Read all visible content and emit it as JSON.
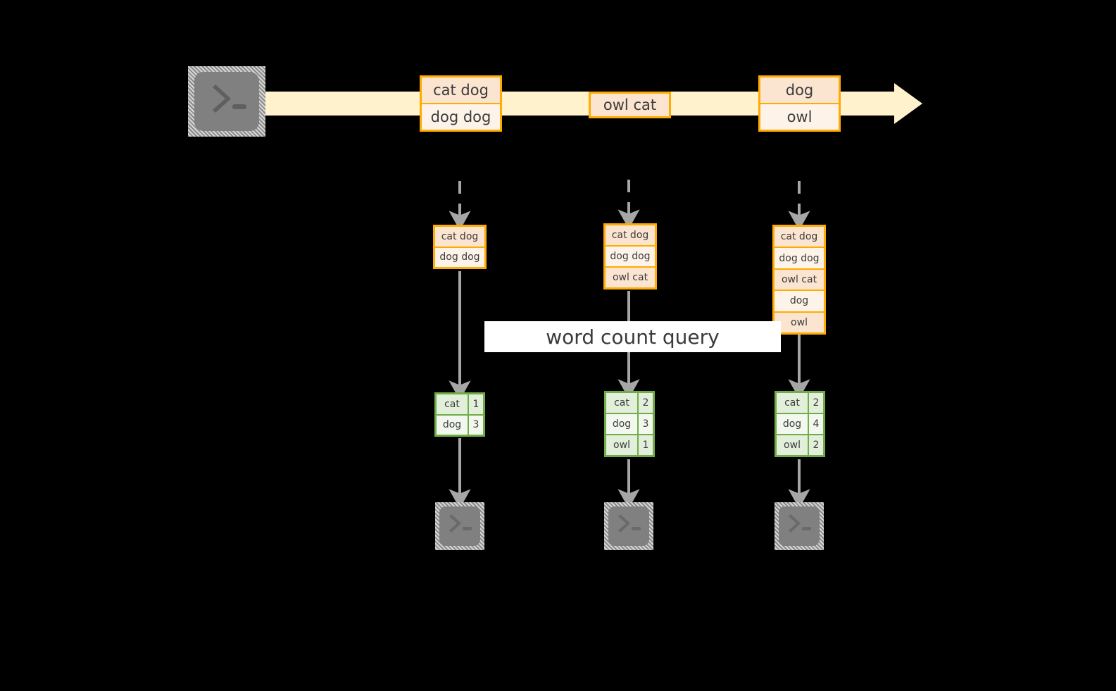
{
  "diagram": {
    "title_label": "word count query",
    "colors": {
      "background": "#000000",
      "stream_fill": "#FFF2CC",
      "record_border": "#FFAB00",
      "record_fill_peach": "#FBE4D0",
      "record_fill_cream": "#FDF3E8",
      "result_border": "#70AD47",
      "result_fill_a": "#E2EFDA",
      "result_fill_b": "#F3F8EF",
      "arrow_gray": "#A6A6A6",
      "terminal_gray": "#808080",
      "label_band": "#FFFFFF",
      "text": "#3C3C3C"
    },
    "source": {
      "icon": "terminal-prompt-icon",
      "prompt": ">_"
    },
    "stream": {
      "icon": "right-arrow-stream",
      "records": [
        {
          "id": "record-1",
          "lines": [
            {
              "text": "cat dog",
              "tint": "peach"
            },
            {
              "text": "dog dog",
              "tint": "cream"
            }
          ]
        },
        {
          "id": "record-2",
          "lines": [
            {
              "text": "owl cat",
              "tint": "peach"
            }
          ]
        },
        {
          "id": "record-3",
          "lines": [
            {
              "text": "dog",
              "tint": "peach"
            },
            {
              "text": "owl",
              "tint": "cream"
            }
          ]
        }
      ]
    },
    "snapshots": [
      {
        "id": "snapshot-1",
        "inbound_arrow": "dashed-down-arrow",
        "input_rows": [
          {
            "text": "cat dog",
            "tint": "peach"
          },
          {
            "text": "dog dog",
            "tint": "cream"
          }
        ],
        "result_rows": [
          {
            "word": "cat",
            "count": "1",
            "tint": "tintA"
          },
          {
            "word": "dog",
            "count": "3",
            "tint": "tintB"
          }
        ],
        "sink": {
          "icon": "terminal-prompt-icon",
          "prompt": ">_"
        }
      },
      {
        "id": "snapshot-2",
        "inbound_arrow": "dashed-down-arrow",
        "input_rows": [
          {
            "text": "cat dog",
            "tint": "peach"
          },
          {
            "text": "dog dog",
            "tint": "cream"
          },
          {
            "text": "owl cat",
            "tint": "peach"
          }
        ],
        "result_rows": [
          {
            "word": "cat",
            "count": "2",
            "tint": "tintA"
          },
          {
            "word": "dog",
            "count": "3",
            "tint": "tintB"
          },
          {
            "word": "owl",
            "count": "1",
            "tint": "tintA"
          }
        ],
        "sink": {
          "icon": "terminal-prompt-icon",
          "prompt": ">_"
        }
      },
      {
        "id": "snapshot-3",
        "inbound_arrow": "dashed-down-arrow",
        "input_rows": [
          {
            "text": "cat dog",
            "tint": "peach"
          },
          {
            "text": "dog dog",
            "tint": "cream"
          },
          {
            "text": "owl cat",
            "tint": "peach"
          },
          {
            "text": "dog",
            "tint": "cream"
          },
          {
            "text": "owl",
            "tint": "peach"
          }
        ],
        "result_rows": [
          {
            "word": "cat",
            "count": "2",
            "tint": "tintA"
          },
          {
            "word": "dog",
            "count": "4",
            "tint": "tintB"
          },
          {
            "word": "owl",
            "count": "2",
            "tint": "tintA"
          }
        ],
        "sink": {
          "icon": "terminal-prompt-icon",
          "prompt": ">_"
        }
      }
    ]
  }
}
